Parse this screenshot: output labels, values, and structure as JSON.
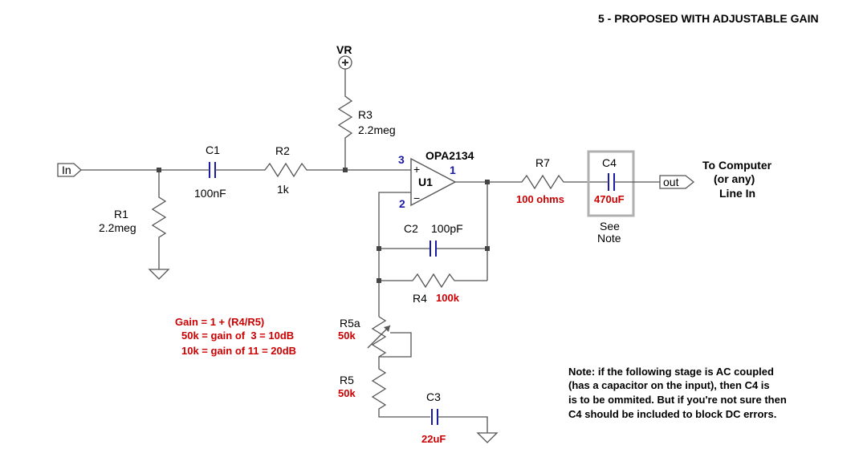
{
  "title": "5  - PROPOSED WITH ADJUSTABLE GAIN",
  "colors": {
    "wire": "#555555",
    "value_red": "#cc0000",
    "pin_blue": "#1a1aa6",
    "highlight_box": "#b0b0b0"
  },
  "ports": {
    "input": "In",
    "output": "out",
    "supply": "VR"
  },
  "components": {
    "R1": {
      "ref": "R1",
      "value": "2.2meg"
    },
    "C1": {
      "ref": "C1",
      "value": "100nF"
    },
    "R2": {
      "ref": "R2",
      "value": "1k"
    },
    "R3": {
      "ref": "R3",
      "value": "2.2meg"
    },
    "U1": {
      "ref": "U1",
      "part": "OPA2134",
      "pin_plus": "3",
      "pin_minus": "2",
      "pin_out": "1",
      "plus_sign": "+",
      "minus_sign": "−"
    },
    "R7": {
      "ref": "R7",
      "value": "100 ohms"
    },
    "C4": {
      "ref": "C4",
      "value": "470uF",
      "note_line1": "See",
      "note_line2": "Note"
    },
    "C2": {
      "ref": "C2",
      "value": "100pF"
    },
    "R4": {
      "ref": "R4",
      "value": "100k"
    },
    "R5a": {
      "ref": "R5a",
      "value": "50k"
    },
    "R5": {
      "ref": "R5",
      "value": "50k"
    },
    "C3": {
      "ref": "C3",
      "value": "22uF"
    }
  },
  "destination": {
    "line1": "To Computer",
    "line2": "(or any)",
    "line3": "Line In"
  },
  "gain_notes": {
    "line1": "Gain = 1 + (R4/R5)",
    "line2": "50k = gain of  3 = 10dB",
    "line3": "10k = gain of 11 = 20dB"
  },
  "footnote": {
    "line1": "Note: if the following stage is AC coupled",
    "line2": "(has a capacitor on the input), then C4 is",
    "line3": "is to be ommited. But if you're not sure then",
    "line4": "C4 should be included to block DC errors."
  }
}
